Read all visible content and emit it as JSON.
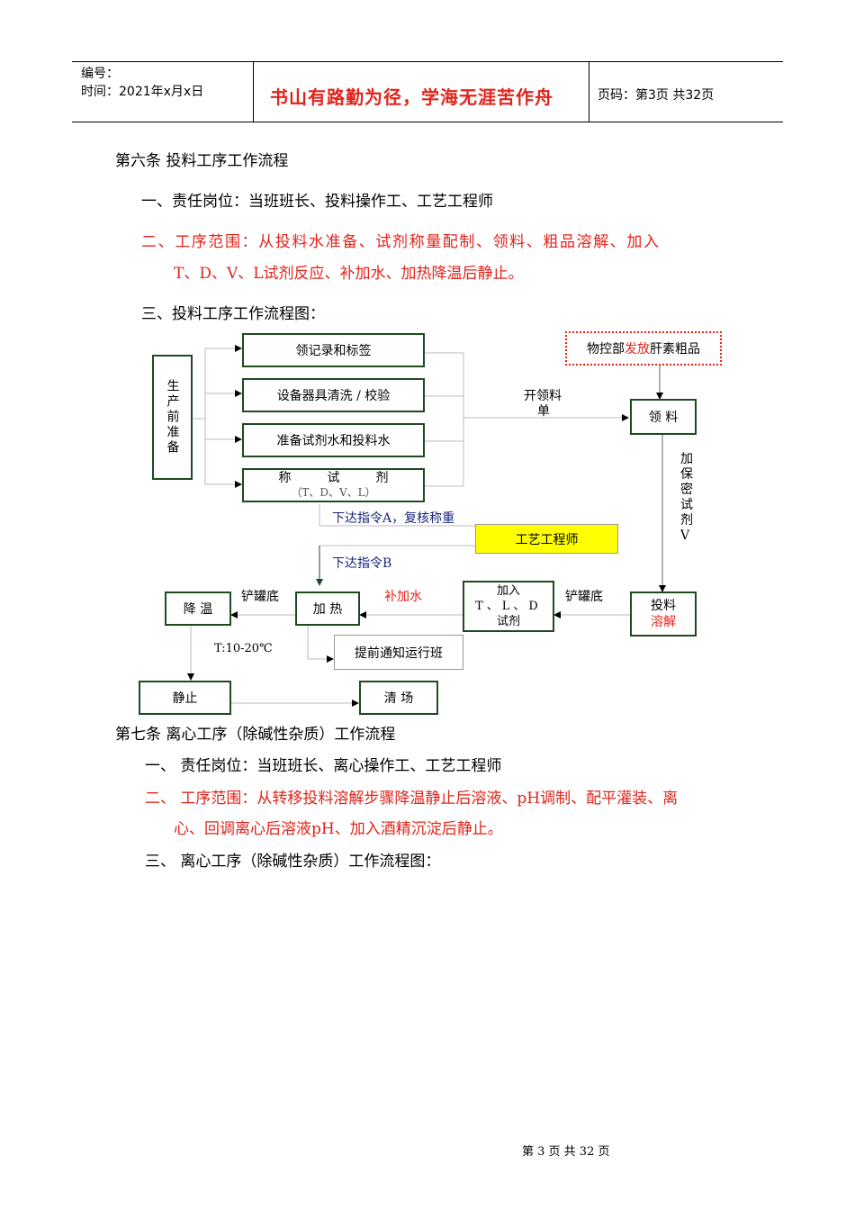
{
  "header": {
    "number_label": "编号：",
    "time_label": "时间：2021年x月x日",
    "motto": "书山有路勤为径，学海无涯苦作舟",
    "page_label": "页码：第3页  共32页"
  },
  "section6": {
    "title": "第六条  投料工序工作流程",
    "item1": "一、责任岗位：当班班长、投料操作工、工艺工程师",
    "item2_line1": "二、工序范围：从投料水准备、试剂称量配制、领料、粗品溶解、加入",
    "item2_line2": "T、D、V、L试剂反应、补加水、加热降温后静止。",
    "item3": "三、投料工序工作流程图："
  },
  "flowchart": {
    "prep": "生产前准备",
    "step_record": "领记录和标签",
    "step_equipment": "设备器具清洗 / 校验",
    "step_water": "准备试剂水和投料水",
    "step_weigh_line1": "称         试         剂",
    "step_weigh_line2": "（T、D、V、L）",
    "material_source_a": "物控部",
    "material_source_b": "发放",
    "material_source_c": "肝素粗品",
    "label_open_order_1": "开领料",
    "label_open_order_2": "单",
    "step_receive": "领  料",
    "label_add_v": "加保密试剂V",
    "step_feed_1": "投料",
    "step_feed_2": "溶解",
    "label_shovel_1": "铲罐底",
    "step_add_tld_1": "加入",
    "step_add_tld_2": "T、L、D",
    "step_add_tld_3": "试剂",
    "label_add_water": "补加水",
    "step_heat": "加  热",
    "label_shovel_2": "铲罐底",
    "step_cool": "降  温",
    "label_temp": "T:10-20℃",
    "step_notify": "提前通知运行班",
    "step_still": "静止",
    "step_clean": "清  场",
    "engineer": "工艺工程师",
    "instruction_a": "下达指令A，复核称重",
    "instruction_b": "下达指令B"
  },
  "section7": {
    "title": "第七条  离心工序（除碱性杂质）工作流程",
    "item1": "一、 责任岗位：当班班长、离心操作工、工艺工程师",
    "item2_line1": "二、 工序范围：从转移投料溶解步骤降温静止后溶液、pH调制、配平灌装、离",
    "item2_line2": "心、回调离心后溶液pH、加入酒精沉淀后静止。",
    "item3": "三、 离心工序（除碱性杂质）工作流程图："
  },
  "footer": {
    "page": "第 3 页 共 32 页"
  }
}
